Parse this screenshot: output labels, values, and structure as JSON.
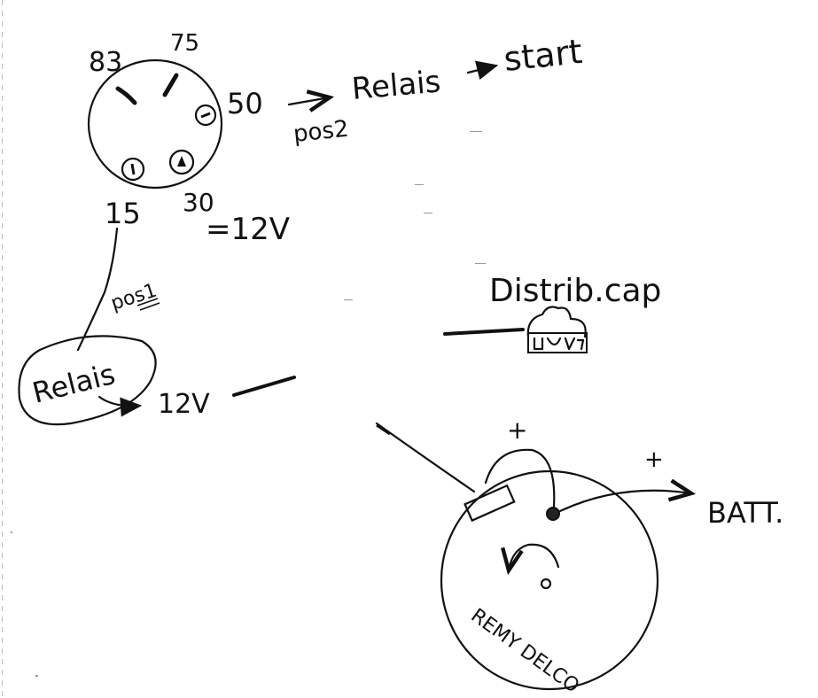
{
  "ignition_switch": {
    "terminals": {
      "t83": "83",
      "t75": "75",
      "t50": "50",
      "t15": "15",
      "t30": "30"
    },
    "voltage_30": "=12V"
  },
  "start_path": {
    "position": "pos2",
    "relay": "Relais",
    "target": "start"
  },
  "accessory_path": {
    "position": "pos1",
    "relay": "Relais",
    "voltage": "12V"
  },
  "distributor": {
    "label": "Distrib.cap"
  },
  "generator": {
    "brand": "REMY DELCO",
    "plus_terminal": "+",
    "plus_battery": "+",
    "battery": "BATT."
  }
}
